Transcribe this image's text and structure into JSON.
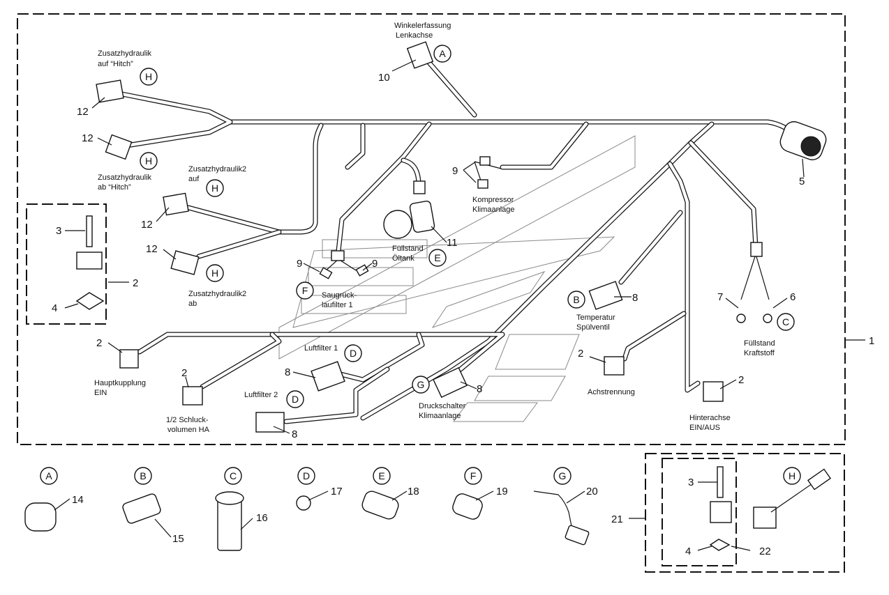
{
  "labels": {
    "winkel": [
      "Winkelerfassung",
      "Lenkachse"
    ],
    "zusatz_hitch_auf": [
      "Zusatzhydraulik",
      "auf “Hitch”"
    ],
    "zusatz_hitch_ab": [
      "Zusatzhydraulik",
      "ab “Hitch”"
    ],
    "zusatz2_auf": [
      "Zusatzhydraulik2",
      "auf"
    ],
    "zusatz2_ab": [
      "Zusatzhydraulik2",
      "ab"
    ],
    "kompressor": [
      "Kompressor",
      "Klimaanlage"
    ],
    "fuellstand_oel": [
      "Füllstand",
      "Öltank"
    ],
    "saug": [
      "Saugrück-",
      "laufilter 1"
    ],
    "temperatur": [
      "Temperatur",
      "Spülventil"
    ],
    "fuellstand_kraft": [
      "Füllstand",
      "Kraftstoff"
    ],
    "hauptkupplung": [
      "Hauptkupplung",
      "EIN"
    ],
    "schluck": [
      "1/2 Schluck-",
      "volumen HA"
    ],
    "luftfilter1": "Luftfilter 1",
    "luftfilter2": "Luftfilter 2",
    "druckschalter": [
      "Druckschalter",
      "Klimaanlage"
    ],
    "achstrennung": "Achstrennung",
    "hinterachse": [
      "Hinterachse",
      "EIN/AUS"
    ]
  },
  "letters": {
    "A": "A",
    "B": "B",
    "C": "C",
    "D": "D",
    "E": "E",
    "F": "F",
    "G": "G",
    "H": "H"
  },
  "numbers": {
    "n1": "1",
    "n2": "2",
    "n3": "3",
    "n4": "4",
    "n5": "5",
    "n6": "6",
    "n7": "7",
    "n8": "8",
    "n9": "9",
    "n10": "10",
    "n11": "11",
    "n12": "12",
    "n14": "14",
    "n15": "15",
    "n16": "16",
    "n17": "17",
    "n18": "18",
    "n19": "19",
    "n20": "20",
    "n21": "21",
    "n22": "22"
  }
}
